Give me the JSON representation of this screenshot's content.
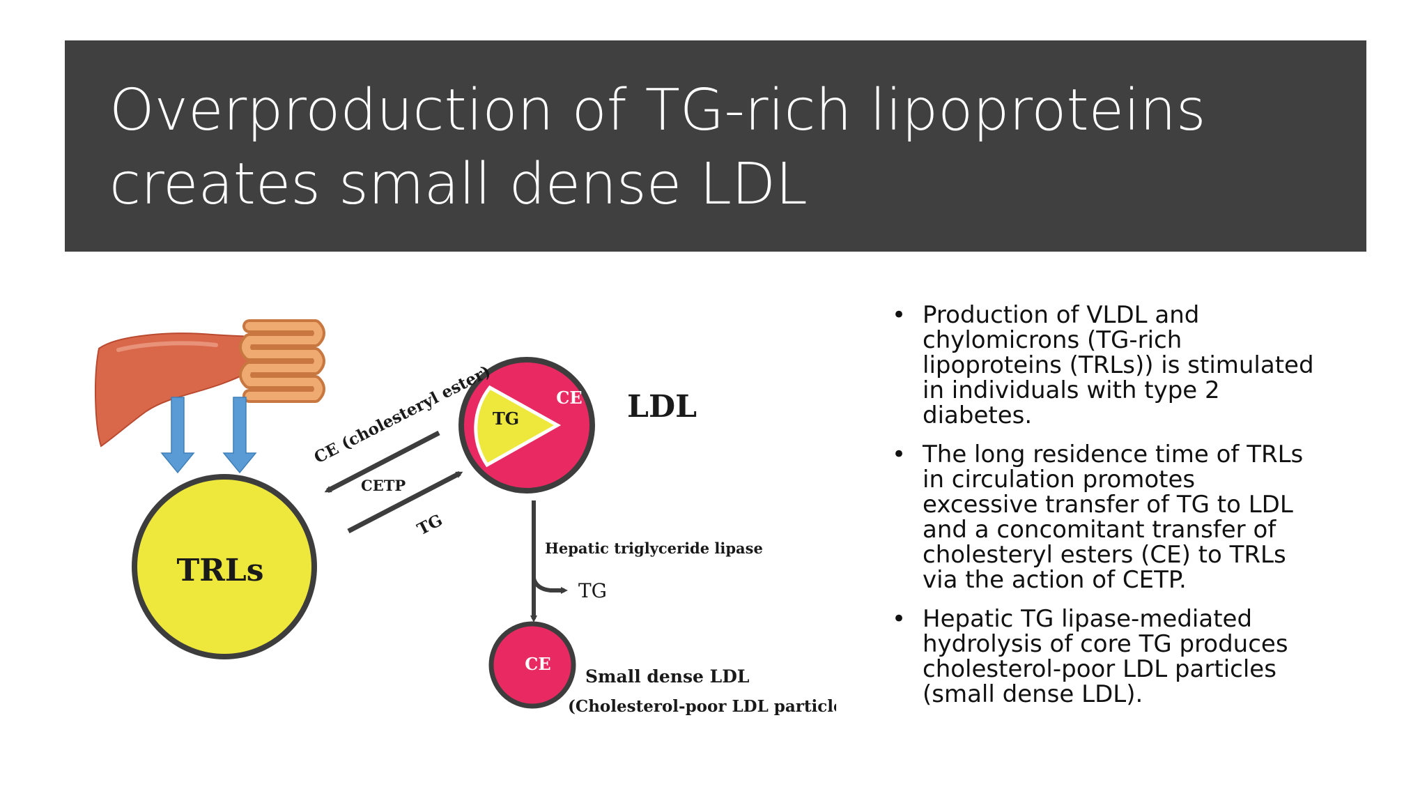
{
  "slide": {
    "title_lines": [
      "Overproduction of TG-rich lipoproteins",
      "creates small dense LDL"
    ]
  },
  "diagram": {
    "trl_label": "TRLs",
    "ldl_label": "LDL",
    "ldl_ce_label": "CE",
    "ldl_tg_label": "TG",
    "ce_arrow_label": "CE  (cholesteryl ester)",
    "cetp_label": "CETP",
    "tg_arrow_label": "TG",
    "hepatic_label": "Hepatic triglyceride lipase",
    "tg_release_label": "TG",
    "sdldl_ce_label": "CE",
    "sdldl_label": "Small dense LDL",
    "sdldl_sub_label": "(Cholesterol-poor LDL particle)",
    "colors": {
      "trl_fill": "#eee83d",
      "ldl_fill": "#e92a62",
      "ring": "#3d3d3d",
      "arrow_blue": "#5b9bd5",
      "liver": "#d9674a",
      "intestine": "#e8a064"
    }
  },
  "bullets": [
    {
      "dot": "•",
      "lines": [
        "Production of VLDL and",
        "chylomicrons (TG-rich",
        "lipoproteins (TRLs)) is stimulated",
        "in individuals with type 2",
        "diabetes."
      ]
    },
    {
      "dot": "•",
      "lines": [
        "The long residence time of TRLs",
        "in circulation promotes",
        "excessive transfer of TG to LDL",
        "and a concomitant transfer of",
        "cholesteryl esters (CE) to TRLs",
        "via the action of CETP."
      ]
    },
    {
      "dot": "•",
      "lines": [
        "Hepatic TG lipase-mediated",
        "hydrolysis of core TG produces",
        "cholesterol-poor LDL particles",
        "(small dense LDL)."
      ]
    }
  ]
}
